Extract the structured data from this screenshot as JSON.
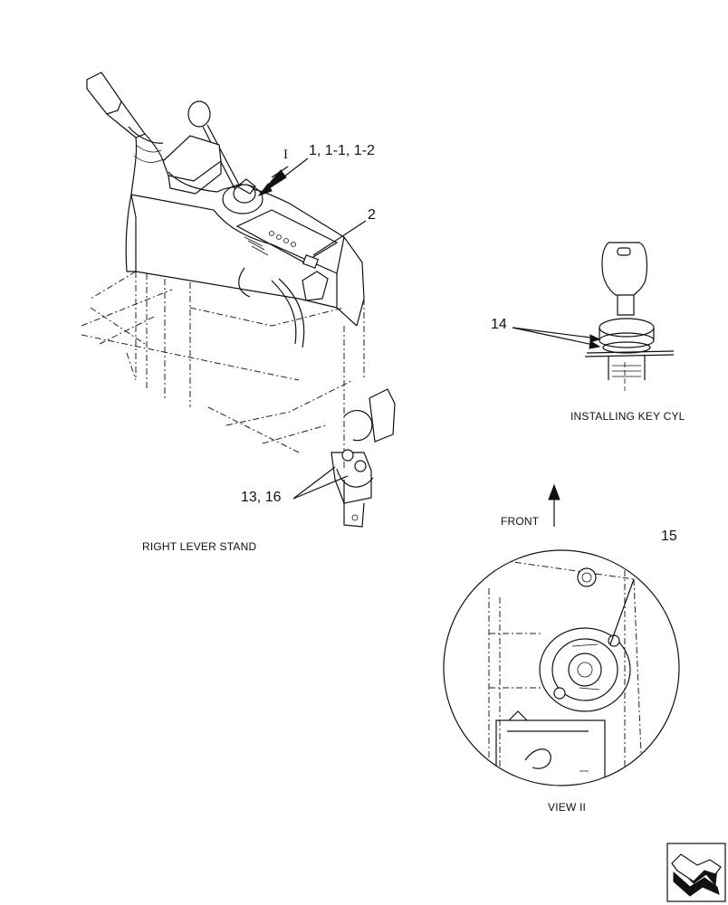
{
  "callouts": {
    "c1": "1, 1-1, 1-2",
    "c2": "2",
    "c13": "13, 16",
    "c14": "14",
    "c15": "15",
    "view_marker": "I"
  },
  "captions": {
    "right_lever_stand": "RIGHT LEVER STAND",
    "installing_key_cyl": "INSTALLING KEY CYL",
    "front": "FRONT",
    "view": "VIEW  II"
  },
  "icons": {
    "nav": "page-turn-arrow-icon"
  },
  "colors": {
    "ink": "#111111",
    "paper": "#ffffff"
  }
}
